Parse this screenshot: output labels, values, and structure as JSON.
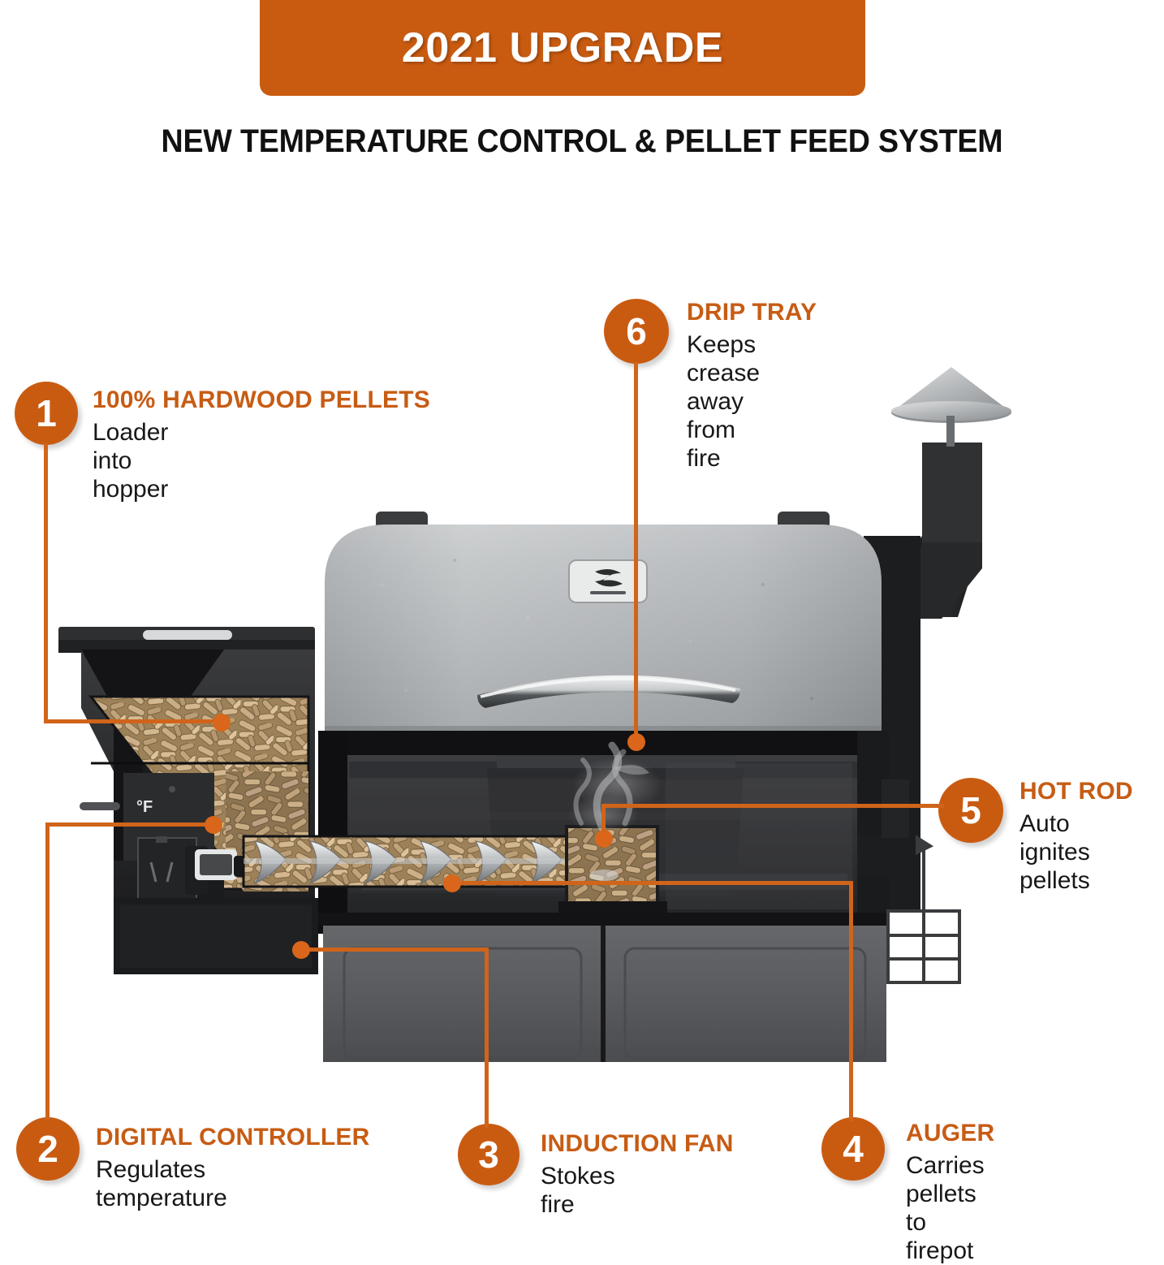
{
  "header": {
    "banner_label": "2021 UPGRADE",
    "subtitle": "NEW TEMPERATURE CONTROL & PELLET FEED SYSTEM"
  },
  "colors": {
    "accent_orange": "#c95b11",
    "leader_orange": "#d0641a",
    "title_orange": "#c75c14",
    "body_text": "#18181a",
    "lid_silver": "#b9bcbe",
    "body_black": "#242426",
    "cabinet_gray": "#58595c",
    "pellet_tan": "#c3a477"
  },
  "callouts": [
    {
      "number": "1",
      "title": "100% HARDWOOD PELLETS",
      "desc": "Loader into hopper",
      "target": "hopper-pellets"
    },
    {
      "number": "2",
      "title": "DIGITAL CONTROLLER",
      "desc": "Regulates temperature",
      "target": "controller-panel"
    },
    {
      "number": "3",
      "title": "INDUCTION FAN",
      "desc": "Stokes fire",
      "target": "induction-fan"
    },
    {
      "number": "4",
      "title": "AUGER",
      "desc_line1": "Carries pellets",
      "desc_line2": "to firepot",
      "target": "auger-screw"
    },
    {
      "number": "5",
      "title": "HOT ROD",
      "desc_line1": "Auto ignites",
      "desc_line2": "pellets",
      "target": "firepot-hot-rod"
    },
    {
      "number": "6",
      "title": "DRIP TRAY",
      "desc_line1": "Keeps crease away",
      "desc_line2": "from fire",
      "target": "drip-tray"
    }
  ],
  "product": {
    "type": "wood-pellet-grill-cutaway",
    "controller_unit_label": "°F",
    "parts": [
      "chimney-cap",
      "chimney-pipe",
      "grill-lid",
      "lid-handle",
      "brand-badge",
      "hopper",
      "hopper-lid",
      "hopper-pellets",
      "controller-panel",
      "auger-motor",
      "auger-screw",
      "auger-tube-pellets",
      "firepot",
      "firepot-pellets",
      "smoke",
      "drip-tray",
      "cabinet-left-panel",
      "cabinet-right-panel",
      "side-wire-rack"
    ]
  }
}
